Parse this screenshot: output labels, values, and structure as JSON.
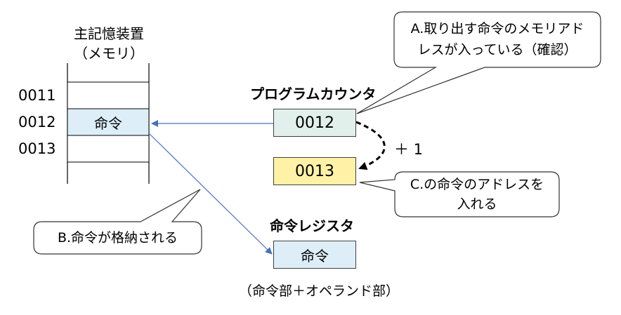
{
  "memory": {
    "title": "主記憶装置",
    "subtitle": "（メモリ）",
    "addresses": [
      "0011",
      "0012",
      "0013"
    ],
    "instruction_label": "命令"
  },
  "program_counter": {
    "label": "プログラムカウンタ",
    "current": "0012",
    "next": "0013",
    "increment": "＋ 1"
  },
  "instruction_register": {
    "label": "命令レジスタ",
    "content": "命令",
    "note": "（命令部＋オペランド部）"
  },
  "callouts": {
    "a_line1": "A.取り出す命令のメモリアド",
    "a_line2": "レスが入っている（確認）",
    "b": "B.命令が格納される",
    "c_line1": "C.の命令のアドレスを",
    "c_line2": "入れる"
  },
  "colors": {
    "pc_current_fill": "#e2f0ec",
    "pc_next_fill": "#fff2a6",
    "memory_cell_fill": "#ddeef8",
    "register_fill": "#ddeef8",
    "arrow": "#4a6fbf"
  }
}
